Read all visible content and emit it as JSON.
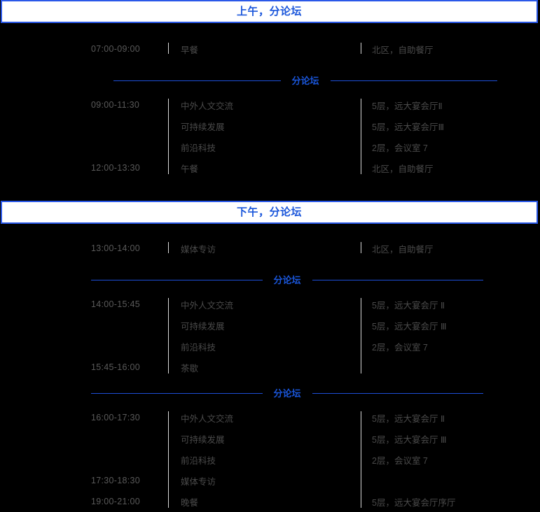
{
  "theme": {
    "background": "#000000",
    "accent_blue": "#1a56db",
    "banner_border": "#2a58e8",
    "banner_background": "#ffffff",
    "text_gray": "#4a4a4a",
    "rule_gray": "#d9d9d9"
  },
  "sections": [
    {
      "header": "上午，分论坛",
      "intro_rows": [
        {
          "time": "07:00-09:00",
          "topic": "早餐",
          "venue": "北区，自助餐厅"
        }
      ],
      "divider_label": "分论坛",
      "forum_rows": [
        {
          "time": "09:00-11:30",
          "topic": "中外人文交流",
          "venue": "5层，远大宴会厅Ⅱ"
        },
        {
          "time": "",
          "topic": "可持续发展",
          "venue": "5层，远大宴会厅Ⅲ"
        },
        {
          "time": "",
          "topic": "前沿科技",
          "venue": "2层，会议室 7"
        },
        {
          "time": "12:00-13:30",
          "topic": "午餐",
          "venue": "北区，自助餐厅"
        }
      ]
    },
    {
      "header": "下午，分论坛",
      "intro_rows": [
        {
          "time": "13:00-14:00",
          "topic": "媒体专访",
          "venue": "北区，自助餐厅"
        }
      ],
      "divider_label": "分论坛",
      "forum_rows": [
        {
          "time": "14:00-15:45",
          "topic": "中外人文交流",
          "venue": "5层，远大宴会厅 Ⅱ"
        },
        {
          "time": "",
          "topic": "可持续发展",
          "venue": "5层，远大宴会厅 Ⅲ"
        },
        {
          "time": "",
          "topic": "前沿科技",
          "venue": "2层，会议室 7"
        },
        {
          "time": "15:45-16:00",
          "topic": "茶歇",
          "venue": ""
        }
      ],
      "divider_label_2": "分论坛",
      "forum_rows_2": [
        {
          "time": "16:00-17:30",
          "topic": "中外人文交流",
          "venue": "5层，远大宴会厅 Ⅱ"
        },
        {
          "time": "",
          "topic": "可持续发展",
          "venue": "5层，远大宴会厅 Ⅲ"
        },
        {
          "time": "",
          "topic": "前沿科技",
          "venue": "2层，会议室 7"
        },
        {
          "time": "17:30-18:30",
          "topic": "媒体专访",
          "venue": ""
        },
        {
          "time": "19:00-21:00",
          "topic": "晚餐",
          "venue": "5层，远大宴会厅序厅"
        }
      ]
    }
  ]
}
